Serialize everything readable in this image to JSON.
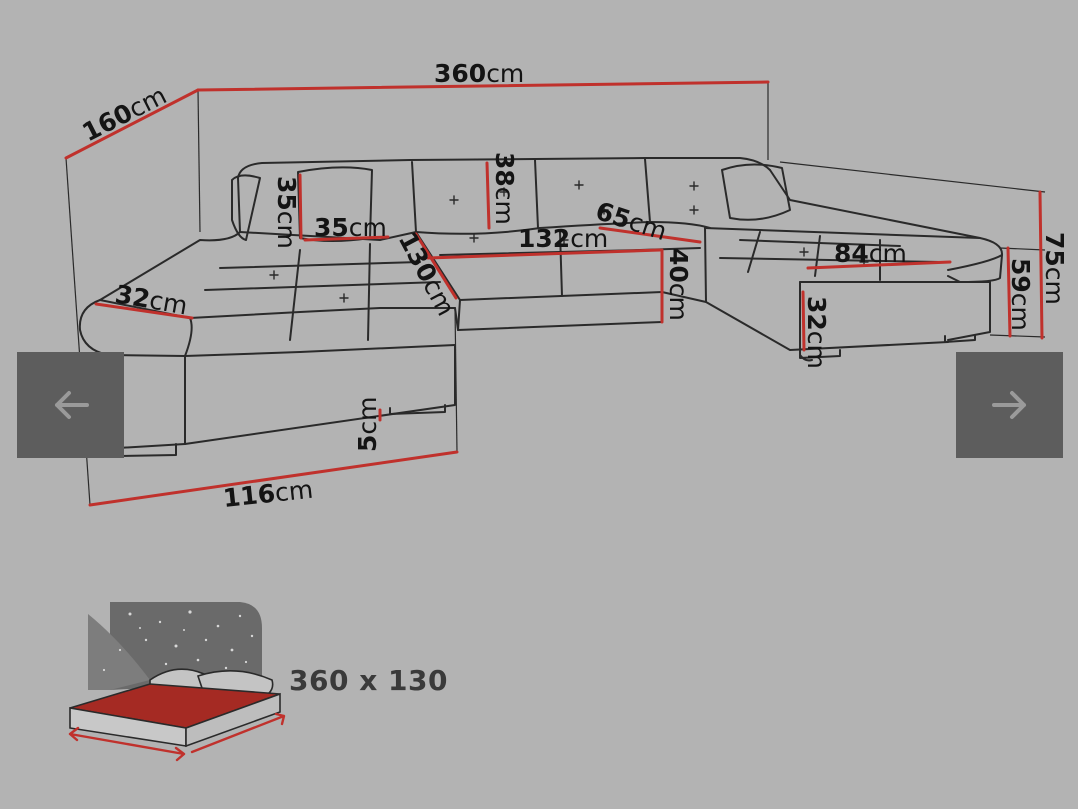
{
  "gallery": {
    "prev_icon": "arrow-left-icon",
    "next_icon": "arrow-right-icon",
    "arrow_color": "#9a9a9a",
    "button_color": "#5d5d5d"
  },
  "dimensions": {
    "depth_total": {
      "num": "160",
      "unit": "cm"
    },
    "width_total": {
      "num": "360",
      "unit": "cm"
    },
    "back_height": {
      "num": "38",
      "unit": "cm"
    },
    "pillow_height": {
      "num": "35",
      "unit": "cm"
    },
    "pillow_width": {
      "num": "35",
      "unit": "cm"
    },
    "seat_depth": {
      "num": "130",
      "unit": "cm"
    },
    "center_width": {
      "num": "132",
      "unit": "cm"
    },
    "chaise_seat": {
      "num": "65",
      "unit": "cm"
    },
    "seat_height": {
      "num": "40",
      "unit": "cm"
    },
    "arm_width": {
      "num": "32",
      "unit": "cm"
    },
    "right_depth": {
      "num": "84",
      "unit": "cm"
    },
    "total_height": {
      "num": "75",
      "unit": "cm"
    },
    "arm_height": {
      "num": "59",
      "unit": "cm"
    },
    "base_height": {
      "num": "32",
      "unit": "cm"
    },
    "leg_height": {
      "num": "5",
      "unit": "cm"
    },
    "left_width": {
      "num": "116",
      "unit": "cm"
    }
  },
  "bed": {
    "label": "360 x 130",
    "mattress_color": "#a52a23",
    "line_color": "#c0312c"
  }
}
